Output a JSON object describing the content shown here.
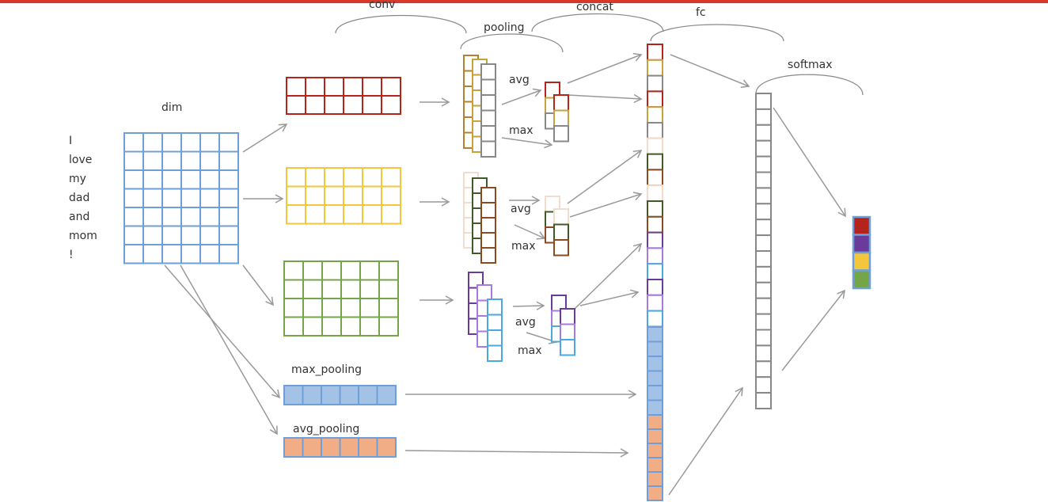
{
  "colors": {
    "top_bar": "#d9392b",
    "blue": "#6f9fd8",
    "blue_fill": "#a4c2e6",
    "red": "#b4231c",
    "yellow": "#f3c63c",
    "green": "#74a547",
    "gray": "#888888",
    "brown": "#b5802f",
    "gold": "#c6a23a",
    "peach": "#f3dccd",
    "dark_green": "#425a27",
    "dark_brown": "#8a4a22",
    "purple": "#6a3b9a",
    "light_purple": "#a77ae0",
    "light_blue": "#4ca9e0",
    "orange": "#f0ad86",
    "arrow": "#999999"
  },
  "labels": {
    "conv": "conv",
    "pooling": "pooling",
    "concat": "concat",
    "fc": "fc",
    "softmax": "softmax",
    "dim": "dim",
    "avg": "avg",
    "max": "max",
    "max_pooling": "max_pooling",
    "avg_pooling": "avg_pooling"
  },
  "sentence": [
    "I",
    "love",
    "my",
    "dad",
    "and",
    "mom",
    "!"
  ]
}
